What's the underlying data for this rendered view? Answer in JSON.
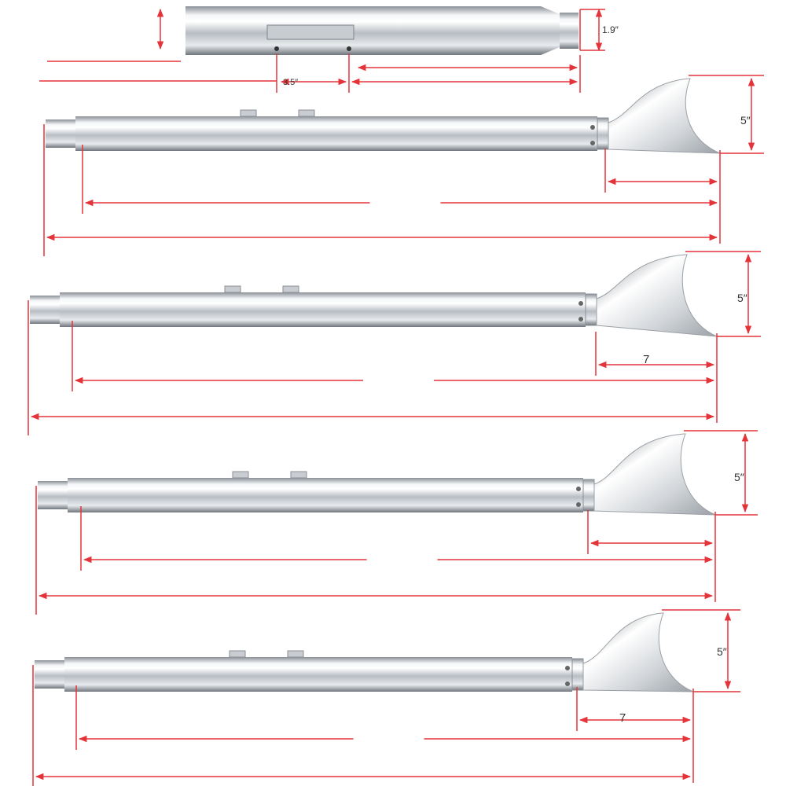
{
  "colors": {
    "dimension_line": "#e4343a",
    "chrome_light": "#ffffff",
    "chrome_mid": "#c9cdd2",
    "chrome_dark": "#7d838a",
    "label_text": "#333333"
  },
  "top_muffler": {
    "diameter_label": "1.9″",
    "mount_spacing_label": "3.5″"
  },
  "pipes": [
    {
      "tip_height_label": "5″",
      "tip_length_label": ""
    },
    {
      "tip_height_label": "5″",
      "tip_length_label": "7"
    },
    {
      "tip_height_label": "5″",
      "tip_length_label": ""
    },
    {
      "tip_height_label": "5″",
      "tip_length_label": "7"
    }
  ]
}
